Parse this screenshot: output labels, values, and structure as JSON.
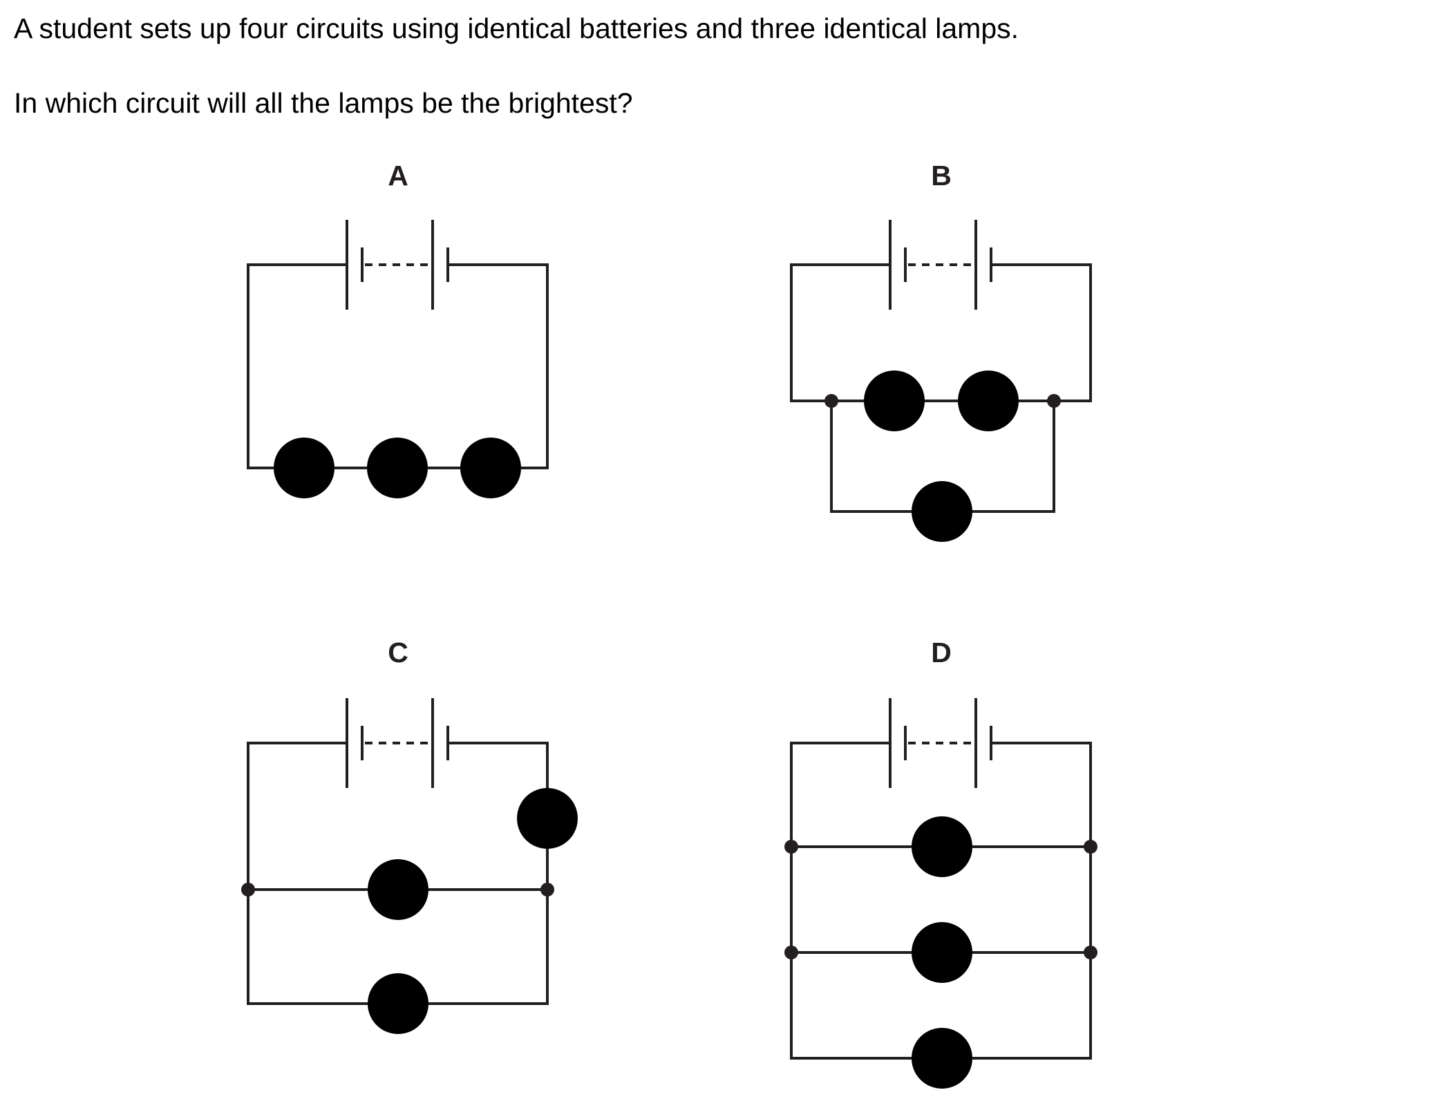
{
  "question": {
    "line1": "A student sets up four circuits using identical batteries and three identical lamps.",
    "line2": "In which circuit will all the lamps be the brightest?"
  },
  "options": {
    "a": {
      "label": "A"
    },
    "b": {
      "label": "B"
    },
    "c": {
      "label": "C"
    },
    "d": {
      "label": "D"
    }
  },
  "symbols": {
    "lamp": "lamp-icon",
    "battery": "battery-icon",
    "junction": "junction-dot"
  },
  "colors": {
    "ink": "#231f20",
    "background": "#ffffff"
  }
}
